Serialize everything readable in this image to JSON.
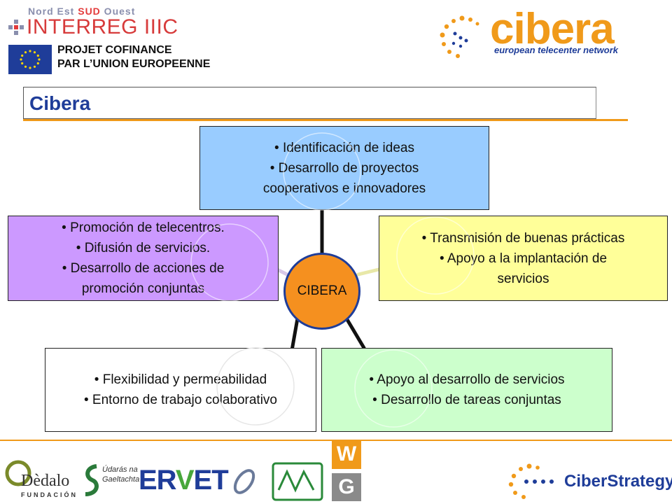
{
  "header": {
    "interreg_small_pre": "Nord Est ",
    "interreg_small_sud": "SUD",
    "interreg_small_post": " Ouest",
    "interreg_big": "INTERREG IIIC",
    "projet_line1": "PROJET COFINANCE",
    "projet_line2": "PAR L’UNION EUROPEENNE",
    "cibera_logo": "cibera",
    "cibera_sub": "european telecenter network"
  },
  "title": "Cibera",
  "diagram": {
    "center": "CIBERA",
    "top": [
      "• Identificación de ideas",
      "• Desarrollo de proyectos",
      "cooperativos e innovadores"
    ],
    "left": [
      "• Promoción de telecentros.",
      "• Difusión de servicios.",
      "• Desarrollo de acciones de",
      "promoción conjuntas"
    ],
    "right": [
      "• Transmisión de buenas prácticas",
      "• Apoyo a la implantación de",
      "servicios"
    ],
    "bottom_left": [
      "• Flexibilidad y permeabilidad",
      "• Entorno de trabajo colaborativo"
    ],
    "bottom_right": [
      "• Apoyo al desarrollo de servicios",
      "• Desarrollo de tareas conjuntas"
    ]
  },
  "footer": {
    "dedalo": "Dèdalo",
    "dedalo_fund": "FUNDACIÓN",
    "udaras": "Údarás na Gaeltachta",
    "ervet_pre": "ER",
    "ervet_v": "V",
    "ervet_post": "ET",
    "wg_w": "W",
    "wg_g": "G",
    "ciberstrategy": "CiberStrategy"
  },
  "colors": {
    "accent_orange": "#f09a1a",
    "brand_blue": "#1f3d99",
    "box_top": "#99ccff",
    "box_left": "#cc99ff",
    "box_right": "#ffff99",
    "box_bottom_right": "#ccffcc"
  }
}
